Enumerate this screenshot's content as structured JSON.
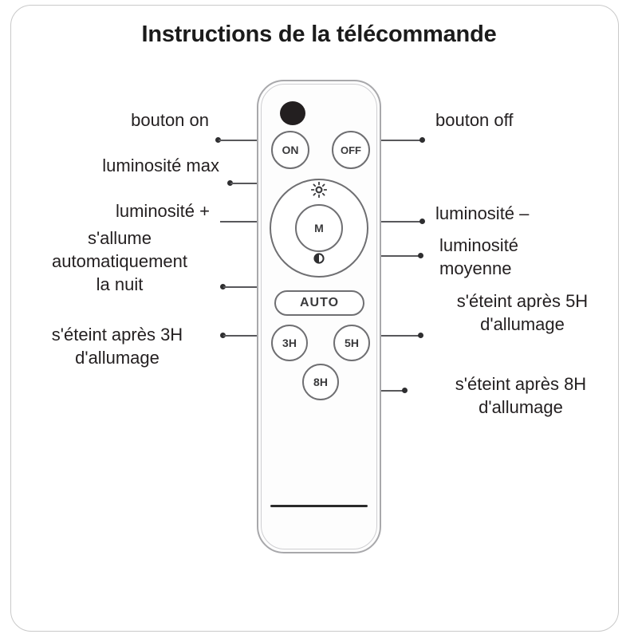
{
  "page": {
    "title": "Instructions de la télécommande",
    "language": "fr",
    "frame_color": "#c9c9c9",
    "text_color": "#231f20",
    "background": "#ffffff"
  },
  "remote": {
    "name": "télécommande",
    "ir_emitter": "ir-emitter",
    "buttons": {
      "on": "ON",
      "off": "OFF",
      "mode": "M",
      "auto": "AUTO",
      "timer_3h": "3H",
      "timer_5h": "5H",
      "timer_8h": "8H"
    },
    "icons": {
      "sun": "sun-icon",
      "half_brightness": "half-brightness-icon"
    }
  },
  "callouts": {
    "left": [
      {
        "id": "bouton-on",
        "text": "bouton on"
      },
      {
        "id": "luminosite-max",
        "text": "luminosité max"
      },
      {
        "id": "luminosite-plus",
        "text": "luminosité +"
      },
      {
        "id": "auto-nuit",
        "text": "s'allume\nautomatiquement\nla nuit"
      },
      {
        "id": "timer-3h",
        "text": "s'éteint après 3H\nd'allumage"
      }
    ],
    "right": [
      {
        "id": "bouton-off",
        "text": "bouton off"
      },
      {
        "id": "luminosite-moins",
        "text": "luminosité –"
      },
      {
        "id": "luminosite-moyenne",
        "text": "luminosité\nmoyenne"
      },
      {
        "id": "timer-5h",
        "text": "s'éteint après 5H\nd'allumage"
      },
      {
        "id": "timer-8h",
        "text": "s'éteint après 8H\nd'allumage"
      }
    ]
  }
}
